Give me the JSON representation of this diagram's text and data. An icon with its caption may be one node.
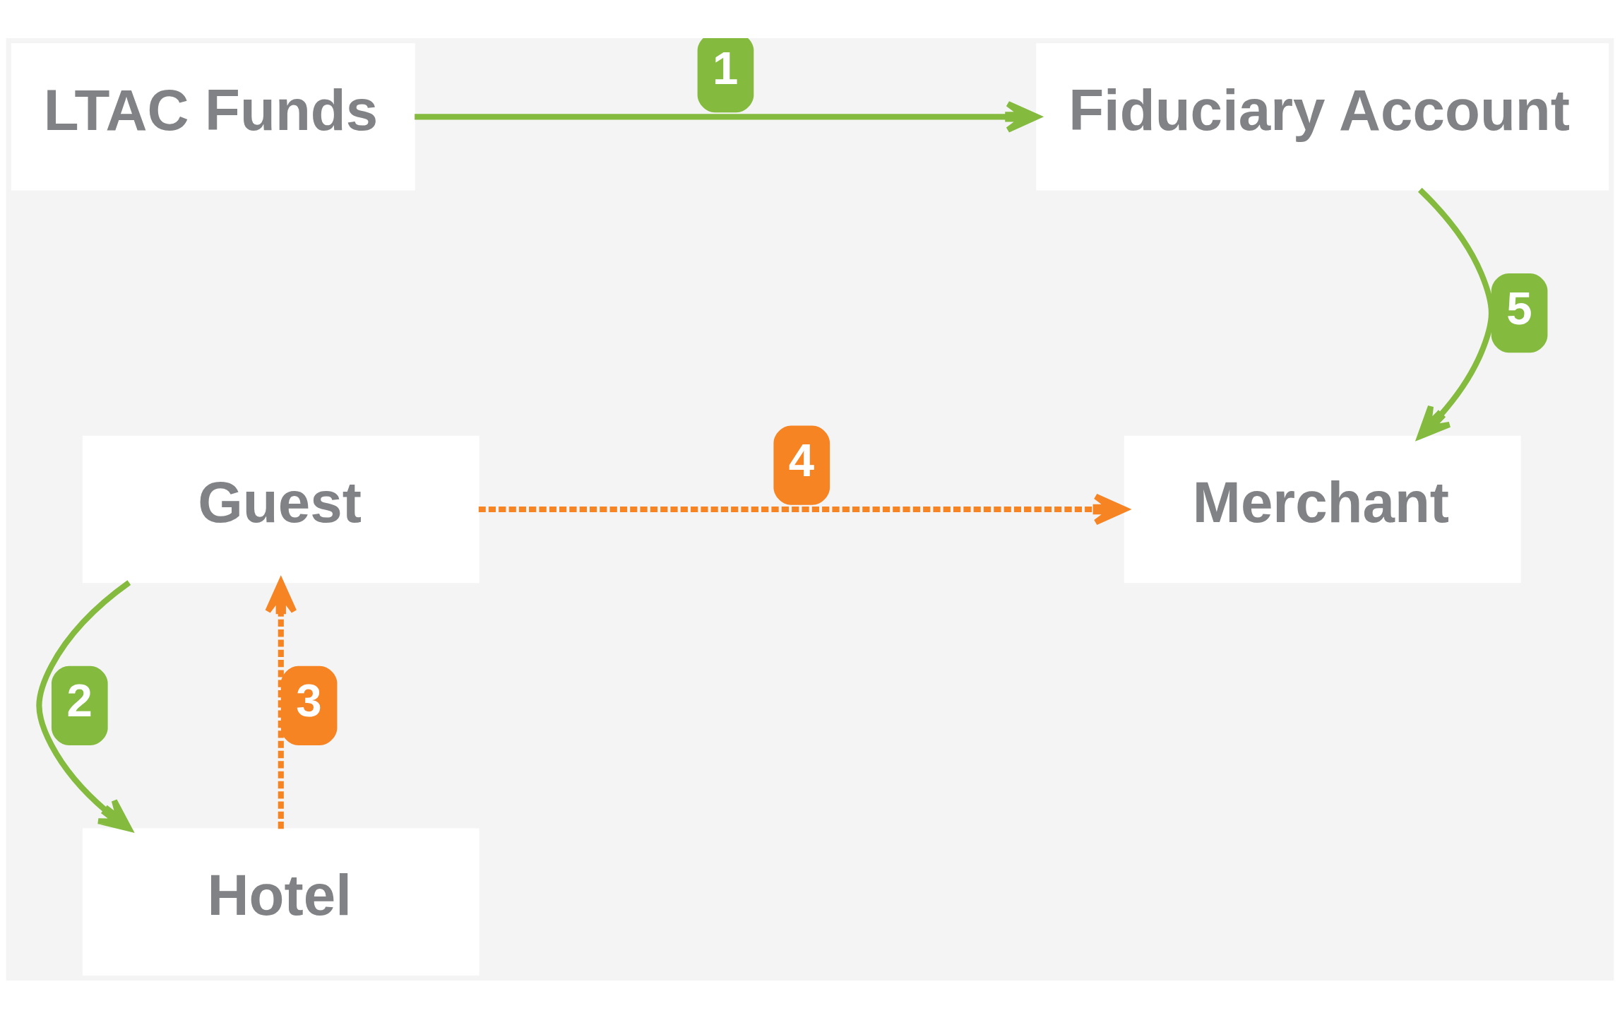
{
  "diagram": {
    "nodes": [
      {
        "text": [
          "LTAC Funds"
        ]
      },
      {
        "text": [
          "Fiduciary Account"
        ]
      },
      {
        "text": [
          "Guest"
        ]
      },
      {
        "text": [
          "Merchant"
        ]
      },
      {
        "text": [
          "Hotel"
        ]
      }
    ],
    "edges": [
      {
        "from": 0,
        "to": 1,
        "arrow": "to",
        "label": "1"
      },
      {
        "from": 2,
        "to": 4,
        "arrow": "to",
        "label": "2"
      },
      {
        "from": 4,
        "to": 2,
        "arrow": "to",
        "label": "3",
        "style": "dashed",
        "color": "#f68423"
      },
      {
        "from": 2,
        "to": 3,
        "arrow": "to",
        "label": "4",
        "style": "dashed",
        "color": "#f68423"
      },
      {
        "from": 1,
        "to": 3,
        "arrow": "to",
        "label": "5"
      }
    ]
  }
}
